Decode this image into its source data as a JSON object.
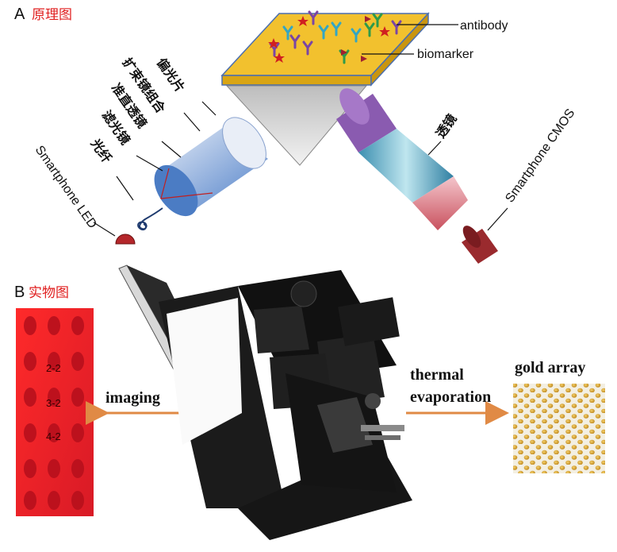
{
  "panel_a": {
    "letter": "A",
    "title": "原理图",
    "labels": {
      "antibody": "antibody",
      "biomarker": "biomarker",
      "polarizer": "偏光片",
      "beam_expander": "扩束镜组合",
      "collimator": "准直透镜",
      "filter": "滤光镜",
      "fiber": "光纤",
      "led": "Smartphone LED",
      "lens": "透镜",
      "cmos": "Smartphone CMOS"
    }
  },
  "panel_b": {
    "letter": "B",
    "title": "实物图",
    "imaging": "imaging",
    "thermal": "thermal",
    "evaporation": "evaporation",
    "gold_array": "gold array",
    "wells": [
      "2-2",
      "3-2",
      "4-2"
    ]
  },
  "colors": {
    "title_red": "#e02020",
    "arrow_orange": "#e08a45",
    "gold": "#f2c12e",
    "red_image": "#e8202a"
  }
}
